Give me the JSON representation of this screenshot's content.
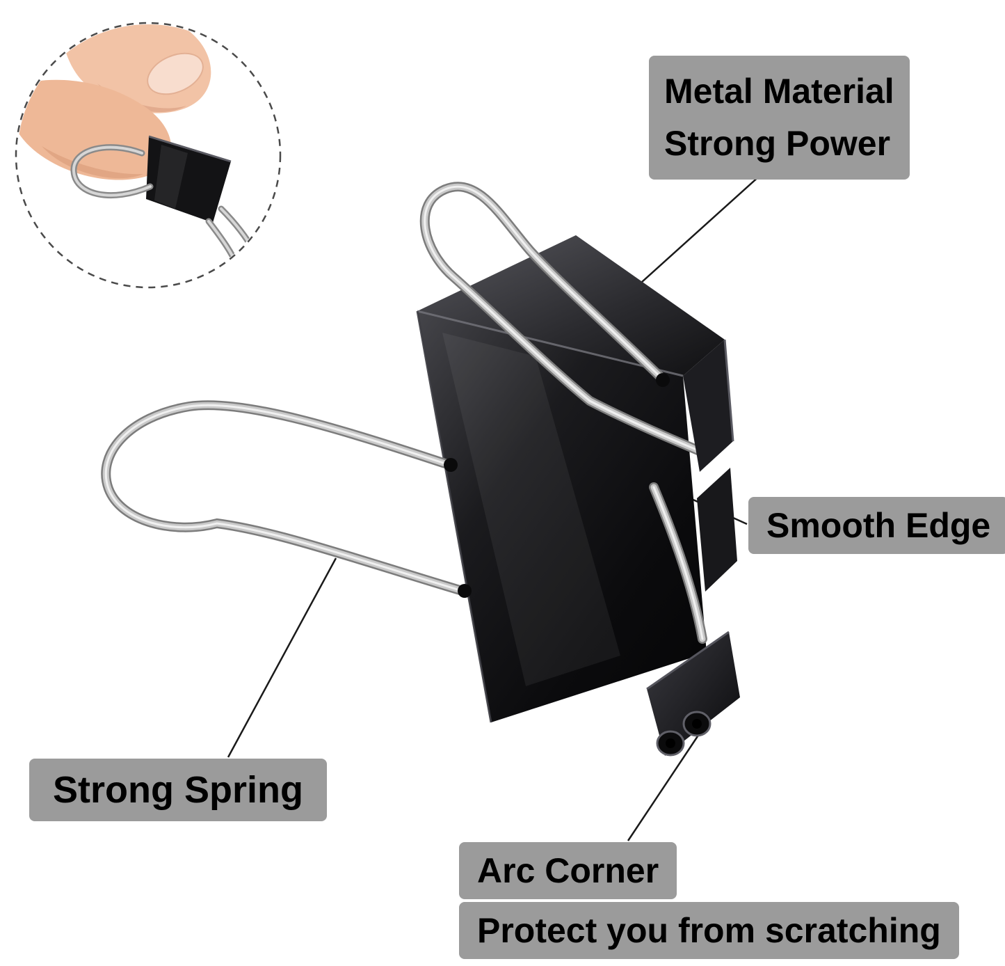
{
  "labels": {
    "metal_material_line1": "Metal Material",
    "metal_material_line2": "Strong Power",
    "smooth_edge": "Smooth Edge",
    "strong_spring": "Strong Spring",
    "arc_corner": "Arc Corner",
    "arc_corner_note": "Protect you from scratching"
  },
  "illustration": {
    "subject": "black metal binder clip with silver wire handles",
    "inset": "fingers pinching a binder clip handle"
  },
  "colors": {
    "background": "#ffffff",
    "label_bg": "#9b9b9b",
    "label_text": "#000000",
    "clip_black": "#141416",
    "wire_silver": "#c9c9c9",
    "leader_line": "#1a1a1a",
    "skin": "#f2c3a6"
  }
}
